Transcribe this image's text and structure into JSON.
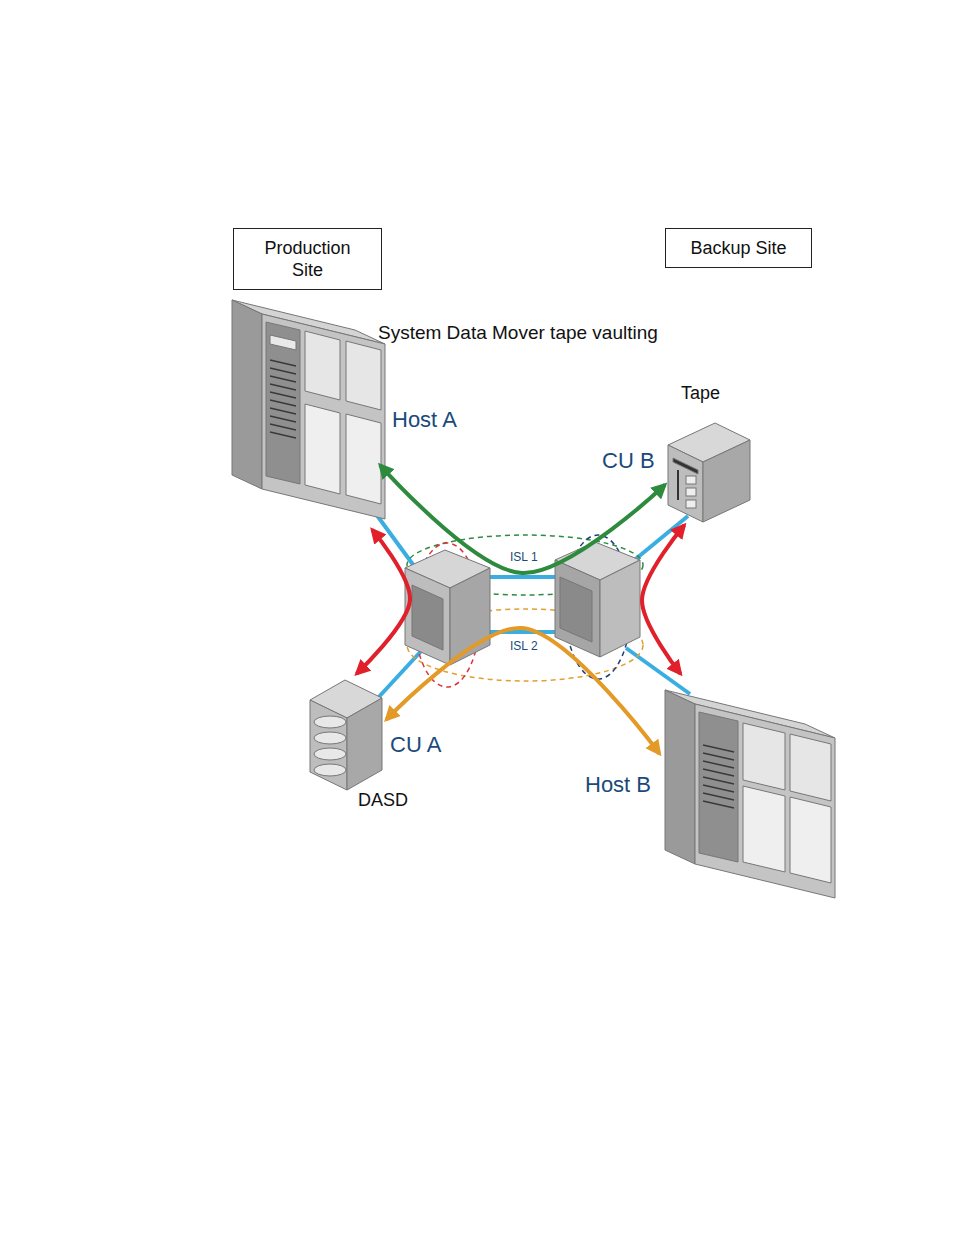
{
  "diagram": {
    "title": "System Data Mover tape vaulting",
    "nodes": [
      {
        "text": [
          "Production Site"
        ]
      },
      {
        "text": [
          "Backup Site"
        ]
      },
      {
        "text": [
          "Host A"
        ]
      },
      {
        "text": [
          "Tape",
          "CU B"
        ]
      },
      {
        "text": [
          "CU A",
          "DASD"
        ]
      },
      {
        "text": [
          "Host B"
        ]
      }
    ],
    "edges": [
      {
        "from": 2,
        "to": 3,
        "arrow": "both"
      },
      {
        "from": 4,
        "to": 5,
        "arrow": "both"
      },
      {
        "from": 2,
        "to": 4,
        "arrow": "both"
      },
      {
        "from": 3,
        "to": 5,
        "arrow": "both"
      }
    ],
    "labels": [
      "ISL 1",
      "ISL 2"
    ]
  }
}
